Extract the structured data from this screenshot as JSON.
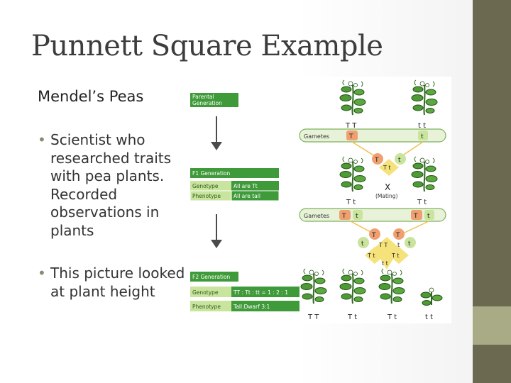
{
  "slide": {
    "title": "Punnett Square Example",
    "subtitle": "Mendel’s Peas",
    "bullets": [
      "Scientist who researched traits with pea plants. Recorded observations in plants",
      "This picture looked at plant height"
    ]
  },
  "diagram": {
    "parental_generation": "Parental Generation",
    "parental_line1": "Parental",
    "parental_line2": "Generation",
    "gametes_label": "Gametes",
    "f1_generation": "F1 Generation",
    "genotype_label": "Genotype",
    "phenotype_label": "Phenotype",
    "f1_genotype": "All are Tt",
    "f1_phenotype": "All are tall",
    "mating_x": "X",
    "mating": "(Mating)",
    "f2_generation": "F2 Generation",
    "f2_genotype": "TT : Tt : tt = 1 : 2 : 1",
    "f2_phenotype": "Tall:Dwarf 3:1",
    "parent_labels": [
      "T T",
      "t t"
    ],
    "f1_labels": [
      "T t",
      "T t"
    ],
    "f2_labels": [
      "T T",
      "T t",
      "T t",
      "t t"
    ],
    "allele_T": "T",
    "allele_t": "t",
    "cross1": {
      "top_left": "T",
      "top_right": "t",
      "center": "T t"
    },
    "cross2": {
      "top_left": "T",
      "top_right": "T",
      "left": "t",
      "center_left": "T T",
      "center_right": "t",
      "right": "t",
      "mid_left": "T t",
      "mid_right": "T t",
      "bottom": "t t"
    }
  },
  "colors": {
    "accent_dark": "#6b6a51",
    "accent_light": "#a9aa86",
    "green_band": "#3f9a3a",
    "light_green": "#c9e49c",
    "orange": "#f0a070",
    "yellow": "#f6e27a"
  }
}
